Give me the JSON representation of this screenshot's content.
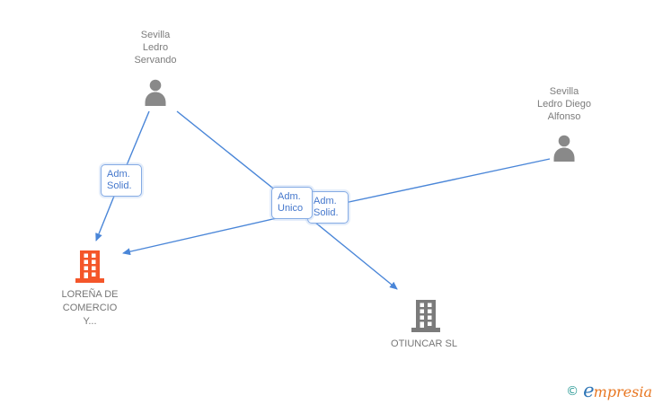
{
  "diagram": {
    "people": [
      {
        "name_lines": [
          "Sevilla",
          "Ledro",
          "Servando"
        ]
      },
      {
        "name_lines": [
          "Sevilla",
          "Ledro Diego",
          "Alfonso"
        ]
      }
    ],
    "companies": [
      {
        "name_lines": [
          "LOREÑA DE",
          "COMERCIO",
          "Y..."
        ]
      },
      {
        "name_lines": [
          "OTIUNCAR SL"
        ]
      }
    ],
    "edge_labels": [
      {
        "line1": "Adm.",
        "line2": "Solid."
      },
      {
        "line1": "Adm.",
        "line2": "Unico"
      },
      {
        "line1": "Adm.",
        "line2": "Solid."
      }
    ],
    "relations": [
      {
        "from": "Sevilla Ledro Servando",
        "relation": "Adm. Solid.",
        "to": "LOREÑA DE COMERCIO Y..."
      },
      {
        "from": "Sevilla Ledro Servando",
        "relation": "Adm. Unico",
        "to": "OTIUNCAR SL"
      },
      {
        "from": "Sevilla Ledro Diego Alfonso",
        "relation": "Adm. Solid.",
        "to": "LOREÑA DE COMERCIO Y..."
      }
    ],
    "colors": {
      "edge_blue": "#4a86d8",
      "label_border_blue": "#85abe4",
      "label_text_blue": "#4477cc",
      "person_gray": "#898989",
      "company_gray": "#7b7b7b",
      "company_orange": "#f4562a",
      "node_text_gray": "#7c7c7c"
    }
  },
  "watermark": {
    "copyright": "©",
    "brand_first_letter": "e",
    "brand_rest": "mpresia"
  }
}
